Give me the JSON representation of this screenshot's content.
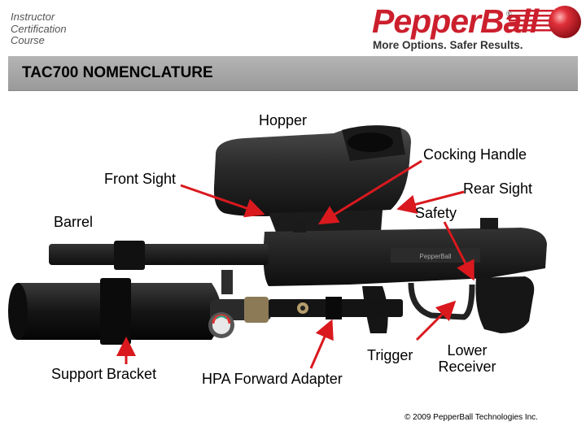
{
  "header": {
    "course_line1": "Instructor",
    "course_line2": "Certification",
    "course_line3": "Course"
  },
  "logo": {
    "brand": "PepperBall",
    "registered": "®",
    "tagline": "More Options. Safer Results.",
    "brand_color": "#cc1f2d"
  },
  "banner": {
    "title": "TAC700 NOMENCLATURE"
  },
  "labels": {
    "hopper": "Hopper",
    "cocking_handle": "Cocking Handle",
    "front_sight": "Front Sight",
    "rear_sight": "Rear Sight",
    "safety": "Safety",
    "barrel": "Barrel",
    "trigger": "Trigger",
    "lower_receiver_line1": "Lower",
    "lower_receiver_line2": "Receiver",
    "support_bracket": "Support Bracket",
    "hpa_forward_adapter": "HPA Forward Adapter",
    "receiver_marking": "PepperBall"
  },
  "footer": {
    "copyright": "© 2009 PepperBall Technologies Inc."
  },
  "colors": {
    "arrow": "#d9191e",
    "banner": "#a8a8a8",
    "equipment": "#1c1c1c"
  }
}
